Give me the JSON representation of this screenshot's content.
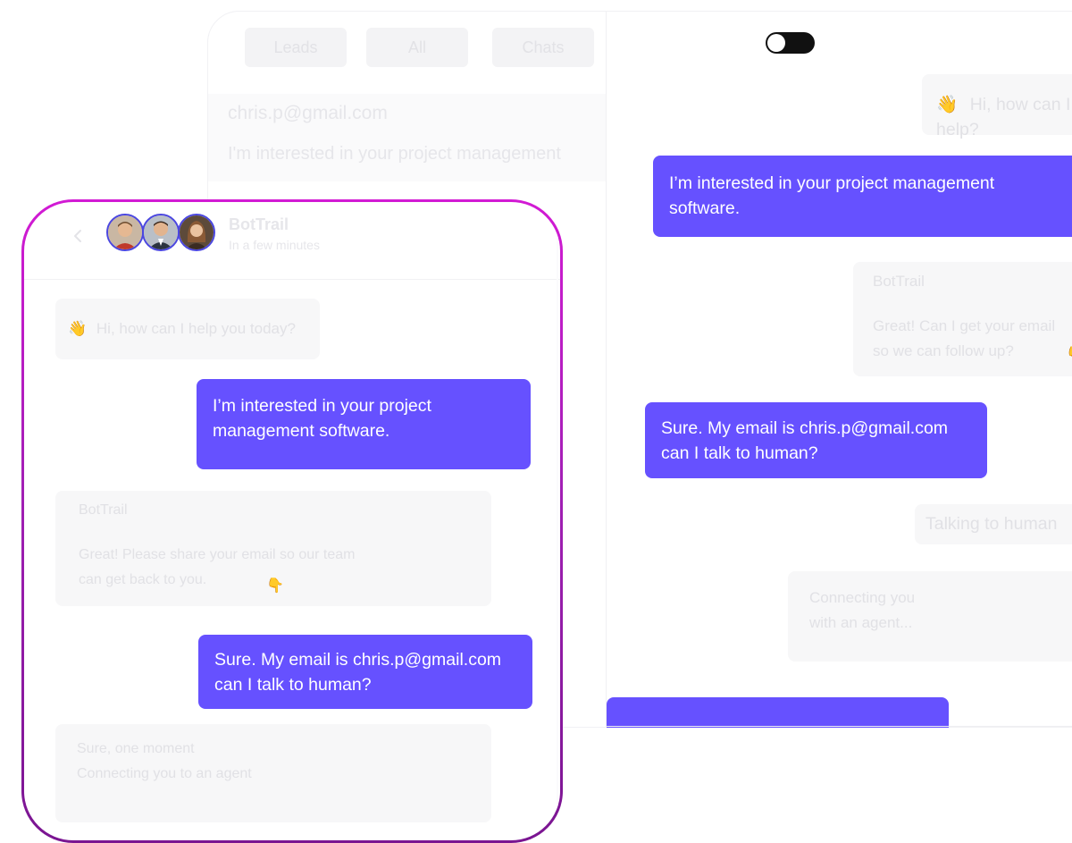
{
  "admin": {
    "tabs": [
      "Leads",
      "All",
      "Chats"
    ],
    "lead": {
      "email": "chris.p@gmail.com",
      "preview": "I'm interested in your project management"
    },
    "toggle_on": false,
    "messages": [
      {
        "from": "bot",
        "emoji": "👋",
        "text": "Hi, how can I help?"
      },
      {
        "from": "user",
        "text": "I’m interested in your project management software."
      },
      {
        "from": "bot",
        "label": "BotTrail",
        "line1": "Great! Can I get your email",
        "line2": "so we can follow up?",
        "emoji": "👇"
      },
      {
        "from": "user",
        "text": "Sure. My email is chris.p@gmail.com can I talk to human?"
      },
      {
        "from": "bot",
        "text": "Talking to human"
      },
      {
        "from": "bot",
        "line1": "Connecting you",
        "line2": "with an agent..."
      }
    ]
  },
  "widget": {
    "bot_name": "BotTrail",
    "status": "In a few minutes",
    "avatars": [
      "agent-1",
      "agent-2",
      "agent-3"
    ],
    "messages": [
      {
        "from": "bot",
        "emoji": "👋",
        "text": "Hi, how can I help you today?"
      },
      {
        "from": "user",
        "text": "I’m interested in your project management software."
      },
      {
        "from": "bot",
        "label": "BotTrail",
        "line1": "Great! Please share your email so our team",
        "line2": "can get back to you.",
        "emoji": "👇"
      },
      {
        "from": "user",
        "text": "Sure. My email is chris.p@gmail.com can I talk to human?"
      },
      {
        "from": "bot",
        "line1": "Sure, one moment",
        "line2": "Connecting you to an agent"
      }
    ]
  },
  "colors": {
    "user_bubble": "#6651ff",
    "frame_gradient_top": "#d21ad4",
    "frame_gradient_bottom": "#7a1591",
    "avatar_ring": "#4b47e0"
  }
}
